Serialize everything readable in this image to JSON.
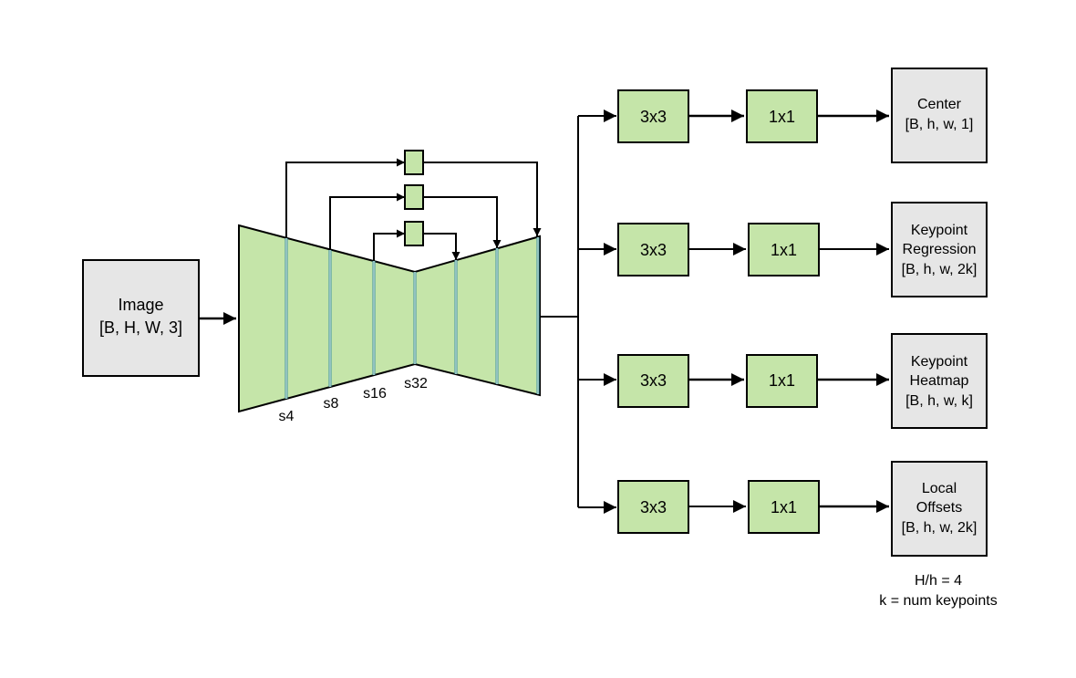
{
  "input": {
    "title": "Image",
    "shape": "[B, H, W, 3]"
  },
  "scales": {
    "s4": "s4",
    "s8": "s8",
    "s16": "s16",
    "s32": "s32"
  },
  "heads": [
    {
      "conv1": "3x3",
      "conv2": "1x1",
      "name_lines": [
        "Center"
      ],
      "shape": "[B, h, w, 1]"
    },
    {
      "conv1": "3x3",
      "conv2": "1x1",
      "name_lines": [
        "Keypoint",
        "Regression"
      ],
      "shape": "[B, h, w, 2k]"
    },
    {
      "conv1": "3x3",
      "conv2": "1x1",
      "name_lines": [
        "Keypoint",
        "Heatmap"
      ],
      "shape": "[B, h, w, k]"
    },
    {
      "conv1": "3x3",
      "conv2": "1x1",
      "name_lines": [
        "Local",
        "Offsets"
      ],
      "shape": "[B, h, w, 2k]"
    }
  ],
  "notes": {
    "line1": "H/h = 4",
    "line2": "k = num keypoints"
  },
  "colors": {
    "box_green": "#c5e5a9",
    "box_gray": "#e6e6e6",
    "separator": "#3a8fa0"
  }
}
